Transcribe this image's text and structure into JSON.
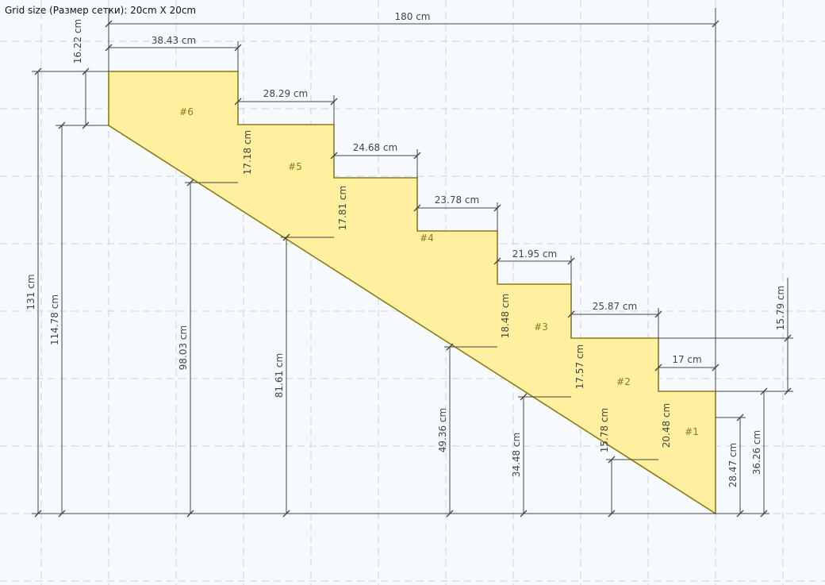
{
  "grid_label": "Grid size (Размер сетки): 20cm X 20cm",
  "total_width": "180 cm",
  "steps": [
    {
      "label": "#1",
      "tread": "17 cm",
      "riser": "20.48 cm"
    },
    {
      "label": "#2",
      "tread": "25.87 cm",
      "riser": "17.57 cm"
    },
    {
      "label": "#3",
      "tread": "21.95 cm",
      "riser": "18.48 cm"
    },
    {
      "label": "#4",
      "tread": "23.78 cm"
    },
    {
      "label": "#5",
      "tread": "24.68 cm",
      "riser": "17.81 cm"
    },
    {
      "label": "#6",
      "tread": "28.29 cm",
      "riser": "17.18 cm"
    }
  ],
  "top_tread": "38.43 cm",
  "top_offset": "16.22 cm",
  "right_riser": "15.79 cm",
  "heights": {
    "total": "131 cm",
    "h_114_78": "114.78 cm",
    "h_98_03": "98.03 cm",
    "h_81_61": "81.61 cm",
    "h_49_36": "49.36 cm",
    "h_34_48": "34.48 cm",
    "h_15_78": "15.78 cm",
    "h_28_47": "28.47 cm",
    "h_36_26": "36.26 cm"
  }
}
